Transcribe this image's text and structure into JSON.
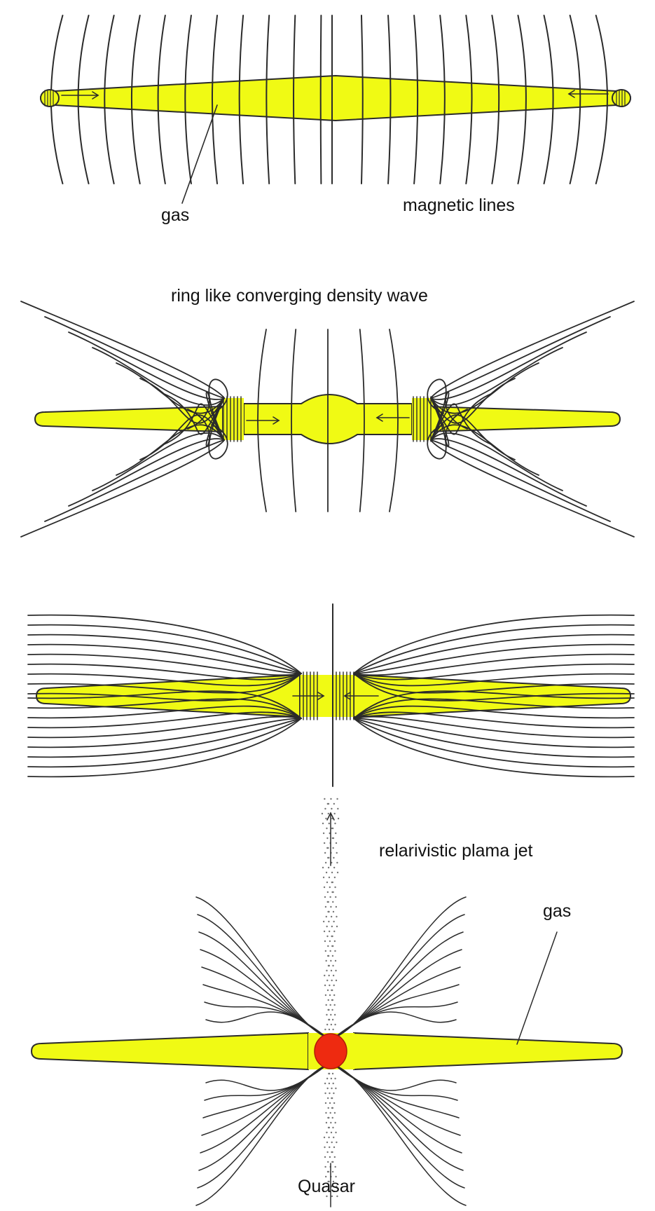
{
  "labels": {
    "gas_top": "gas",
    "magnetic_lines": "magnetic lines",
    "density_wave": "ring like converging density wave",
    "jet": "relarivistic plama jet",
    "gas_bottom": "gas",
    "quasar": "Quasar"
  },
  "colors": {
    "gas": "#f0fa14",
    "core": "#ee2a10",
    "line": "#2b2b2b",
    "background": "#ffffff"
  },
  "panels": [
    "stage-1-initial-gas-disk",
    "stage-2-converging-density-wave",
    "stage-3-converged-ring",
    "stage-4-quasar-with-jets"
  ]
}
